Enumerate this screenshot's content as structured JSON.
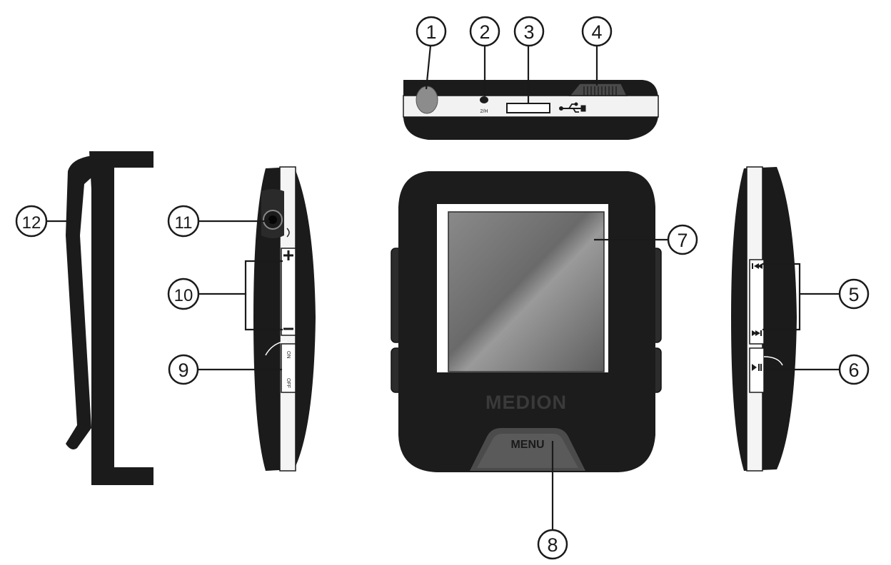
{
  "device": {
    "brand": "MEDION",
    "menu_label": "MENU",
    "hold_label": "2/H",
    "switch_on_label": "ON",
    "switch_off_label": "OFF"
  },
  "callouts": [
    "1",
    "2",
    "3",
    "4",
    "5",
    "6",
    "7",
    "8",
    "9",
    "10",
    "11",
    "12"
  ],
  "colors": {
    "body": "#1c1c1c",
    "screen": "#6e6e6e",
    "callout_stroke": "#1a1a1a",
    "background": "#ffffff"
  }
}
